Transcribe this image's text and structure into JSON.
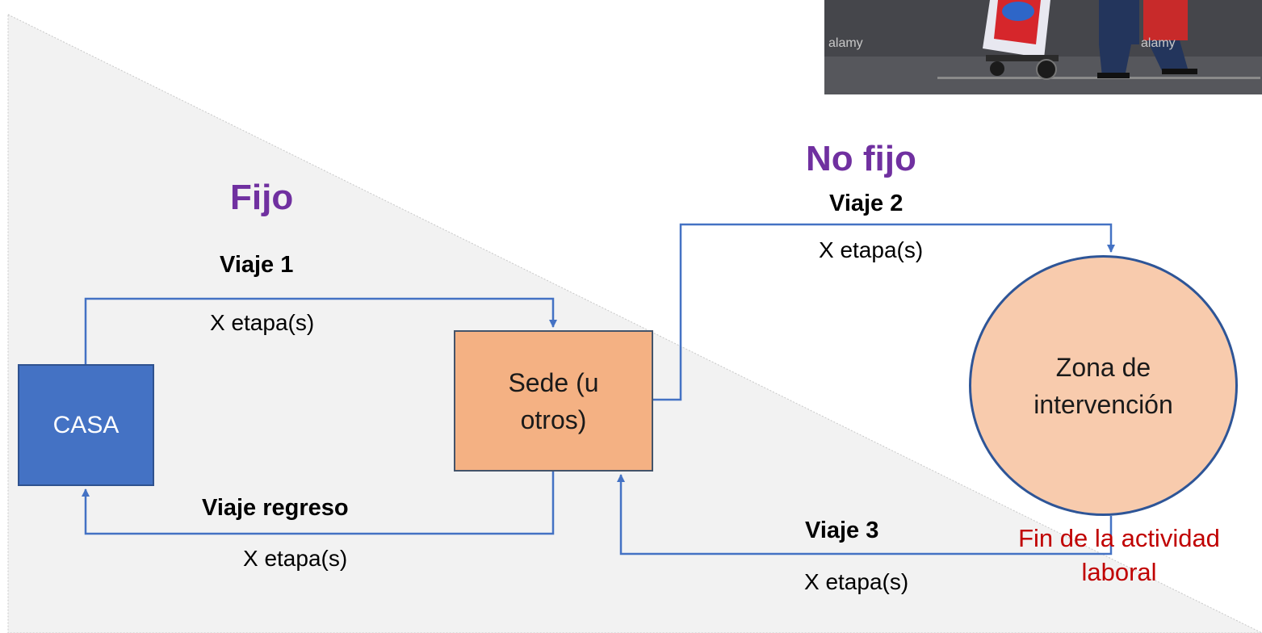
{
  "sections": {
    "fixed_title": "Fijo",
    "not_fixed_title": "No fijo"
  },
  "nodes": {
    "home": "CASA",
    "base_line1": "Sede (u",
    "base_line2": "otros)",
    "zone_line1": "Zona de",
    "zone_line2": "intervención"
  },
  "trips": {
    "trip1": {
      "title": "Viaje 1",
      "stages": "X etapa(s)"
    },
    "trip2": {
      "title": "Viaje 2",
      "stages": "X etapa(s)"
    },
    "trip3": {
      "title": "Viaje 3",
      "stages": "X etapa(s)"
    },
    "return": {
      "title": "Viaje regreso",
      "stages": "X etapa(s)"
    }
  },
  "end_activity": {
    "line1": "Fin de la actividad",
    "line2": "laboral"
  },
  "photo": {
    "watermark": "alamy"
  },
  "colors": {
    "arrow": "#4472c4",
    "section_title": "#7030a0",
    "end_text": "#c00000",
    "home_fill": "#4472c4",
    "base_fill": "#f4b183",
    "zone_fill": "#f8cbad",
    "shaded_region": "#f2f2f2"
  }
}
